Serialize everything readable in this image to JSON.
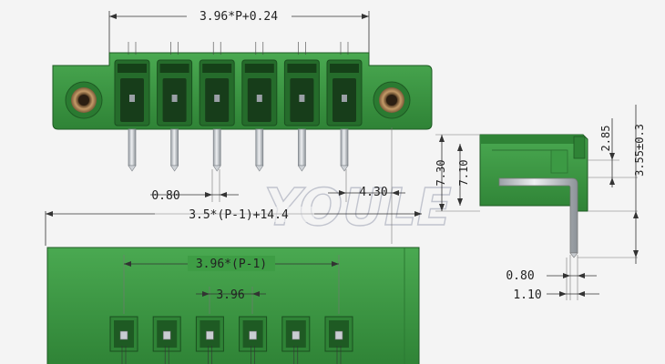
{
  "colors": {
    "body_green": "#3e9d45",
    "body_dark": "#2d7d34",
    "body_shadow": "#1e5a23",
    "pin_silver": "#c9cdd2",
    "mount_bronze": "#a8835a",
    "background": "#f4f4f4",
    "dimension_line": "#333333"
  },
  "watermark": "YOULE",
  "poles": 6,
  "dimensions": {
    "top_width": "3.96*P+0.24",
    "pin_diameter_front": "0.80",
    "pin_offset_front": "4.30",
    "total_length": "3.5*(P-1)+14.4",
    "pitch_span": "3.96*(P-1)",
    "pitch": "3.96",
    "side_height_outer": "7.30",
    "side_height_inner": "7.10",
    "side_top_offset": "2.85",
    "side_pin_length": "3.55±0.3",
    "side_pin_diameter": "0.80",
    "side_pin_offset": "1.10"
  }
}
